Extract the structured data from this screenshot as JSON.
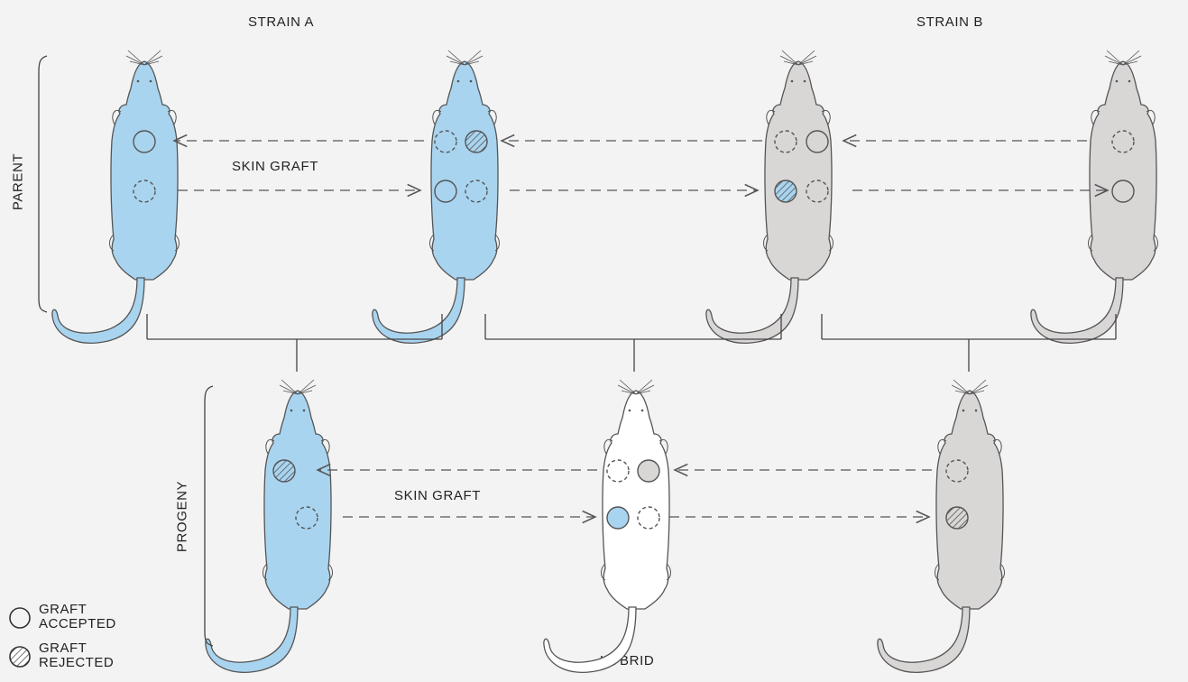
{
  "headers": {
    "strain_a": "STRAIN A",
    "strain_b": "STRAIN B",
    "hybrid": "HYBRID"
  },
  "side_labels": {
    "parent": "PARENT",
    "progeny": "PROGENY"
  },
  "arrow_labels": {
    "parent_graft": "SKIN GRAFT",
    "progeny_graft": "SKIN GRAFT"
  },
  "legend": {
    "accepted": {
      "line1": "GRAFT",
      "line2": "ACCEPTED"
    },
    "rejected": {
      "line1": "GRAFT",
      "line2": "REJECTED"
    }
  },
  "colors": {
    "strain_a": "#a9d4ef",
    "strain_b": "#d9d6d6",
    "hybrid": "#ffffff",
    "outline": "#555555",
    "background": "#f3f3f3"
  }
}
